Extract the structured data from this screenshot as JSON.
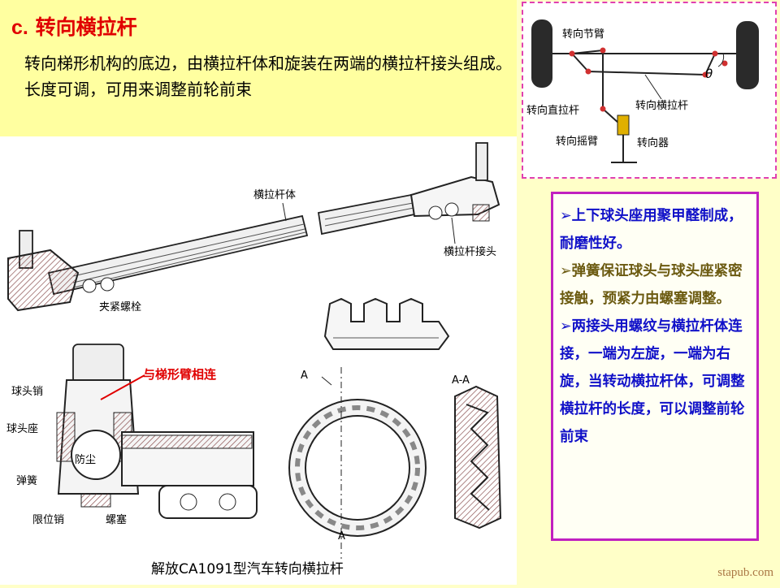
{
  "header": {
    "prefix": "c.",
    "title": "转向横拉杆",
    "intro": "转向梯形机构的底边，由横拉杆体和旋装在两端的横拉杆接头组成。长度可调，可用来调整前轮前束"
  },
  "schematic": {
    "labels": {
      "knuckle_arm": "转向节臂",
      "drag_link": "转向直拉杆",
      "tie_rod": "转向横拉杆",
      "pitman_arm": "转向摇臂",
      "gear": "转向器",
      "theta": "θ"
    }
  },
  "drawing": {
    "labels": {
      "tie_rod_body": "横拉杆体",
      "tie_rod_end": "横拉杆接头",
      "clamp_bolt": "夹紧螺栓",
      "connect_arm": "与梯形臂相连",
      "ball_pin": "球头销",
      "ball_seat": "球头座",
      "dust_cover": "防尘",
      "spring": "弹簧",
      "limit_pin": "限位销",
      "plug": "螺塞",
      "section_a": "A",
      "section_aa": "A-A"
    },
    "caption": "解放CA1091型汽车转向横拉杆"
  },
  "notes": [
    {
      "text": "➢上下球头座用聚甲醛制成，耐磨性好。",
      "color": "#1010c8"
    },
    {
      "text": "➢弹簧保证球头与球头座紧密接触，预紧力由螺塞调整。",
      "color": "#6b5a10"
    },
    {
      "text": "➢两接头用螺纹与横拉杆体连接，一端为左旋，一端为右旋，当转动横拉杆体，可调整横拉杆的长度，可以调整前轮前束",
      "color": "#1010c8"
    }
  ],
  "watermark": "stapub.com"
}
